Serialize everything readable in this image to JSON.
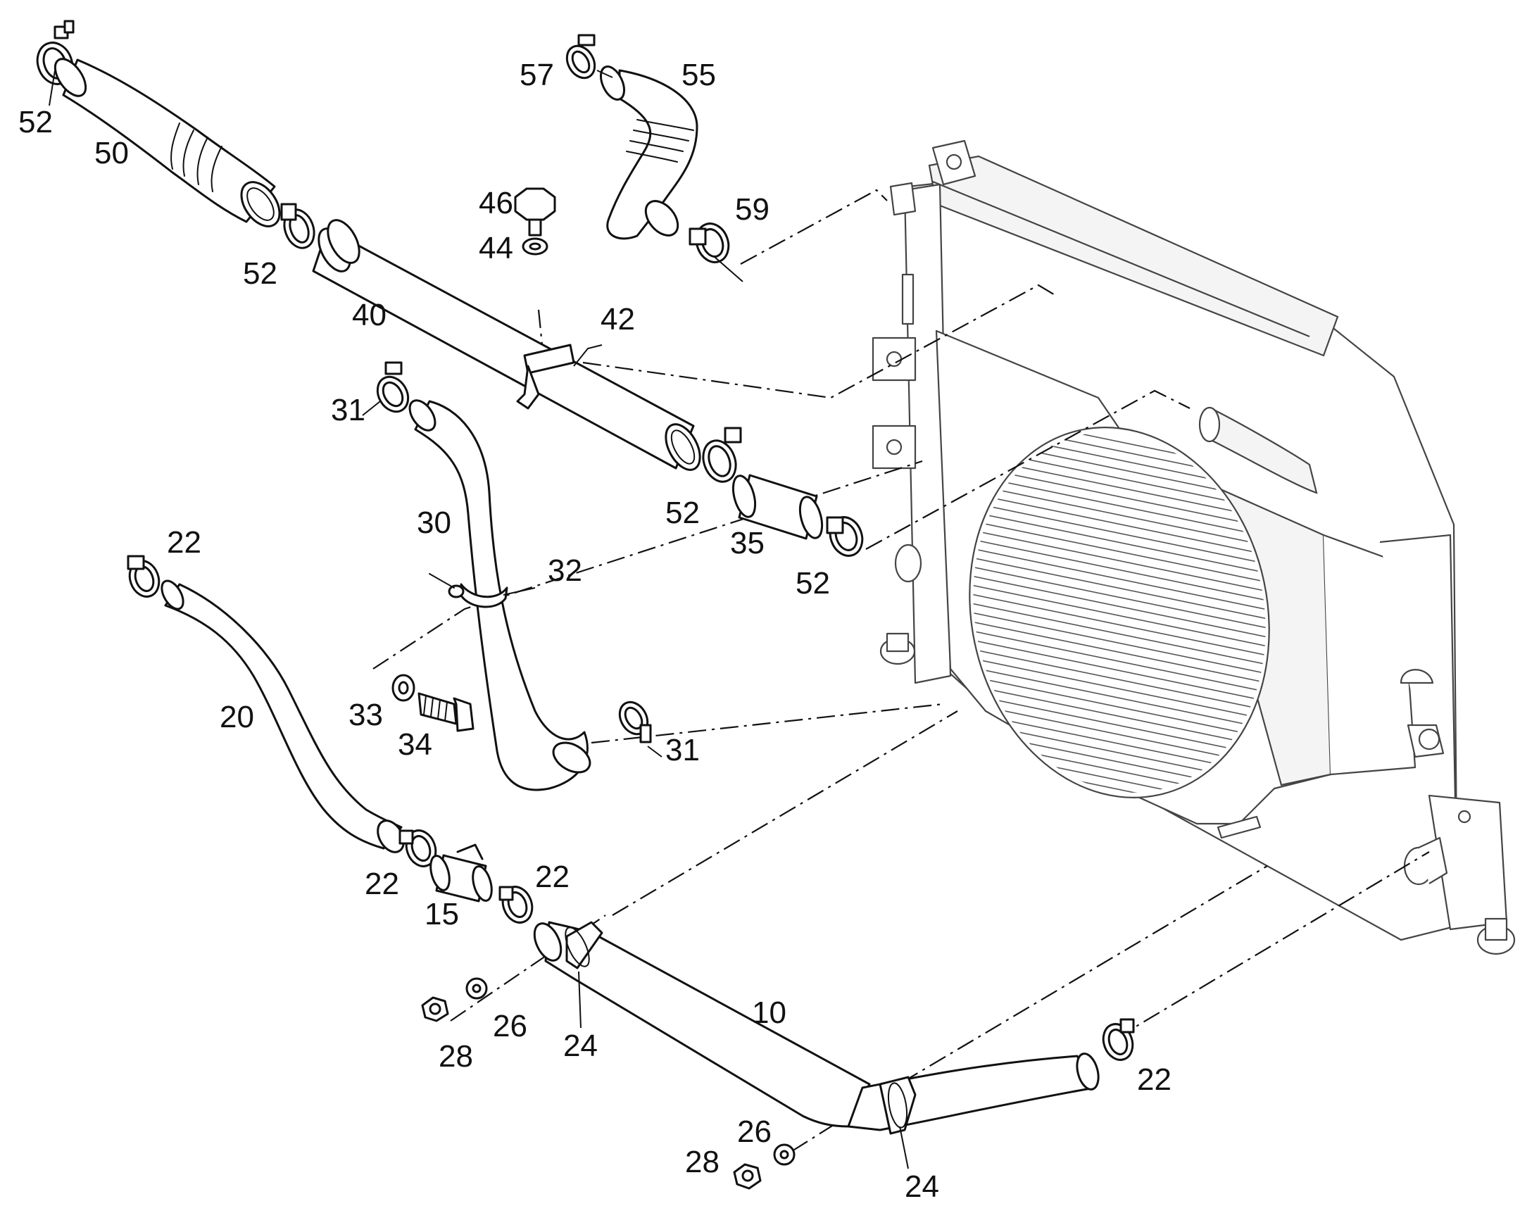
{
  "callouts": {
    "c52a": "52",
    "c50": "50",
    "c52b": "52",
    "c40": "40",
    "c57": "57",
    "c55": "55",
    "c59": "59",
    "c46": "46",
    "c44": "44",
    "c42": "42",
    "c31a": "31",
    "c30": "30",
    "c32": "32",
    "c52c": "52",
    "c35": "35",
    "c52d": "52",
    "c22a": "22",
    "c20": "20",
    "c33": "33",
    "c34": "34",
    "c31b": "31",
    "c22b": "22",
    "c15": "15",
    "c22c": "22",
    "c26a": "26",
    "c28a": "28",
    "c24a": "24",
    "c10": "10",
    "c22d": "22",
    "c26b": "26",
    "c28b": "28",
    "c24b": "24"
  },
  "colors": {
    "line": "#111111",
    "radiator_line": "#444444",
    "background": "#ffffff"
  }
}
